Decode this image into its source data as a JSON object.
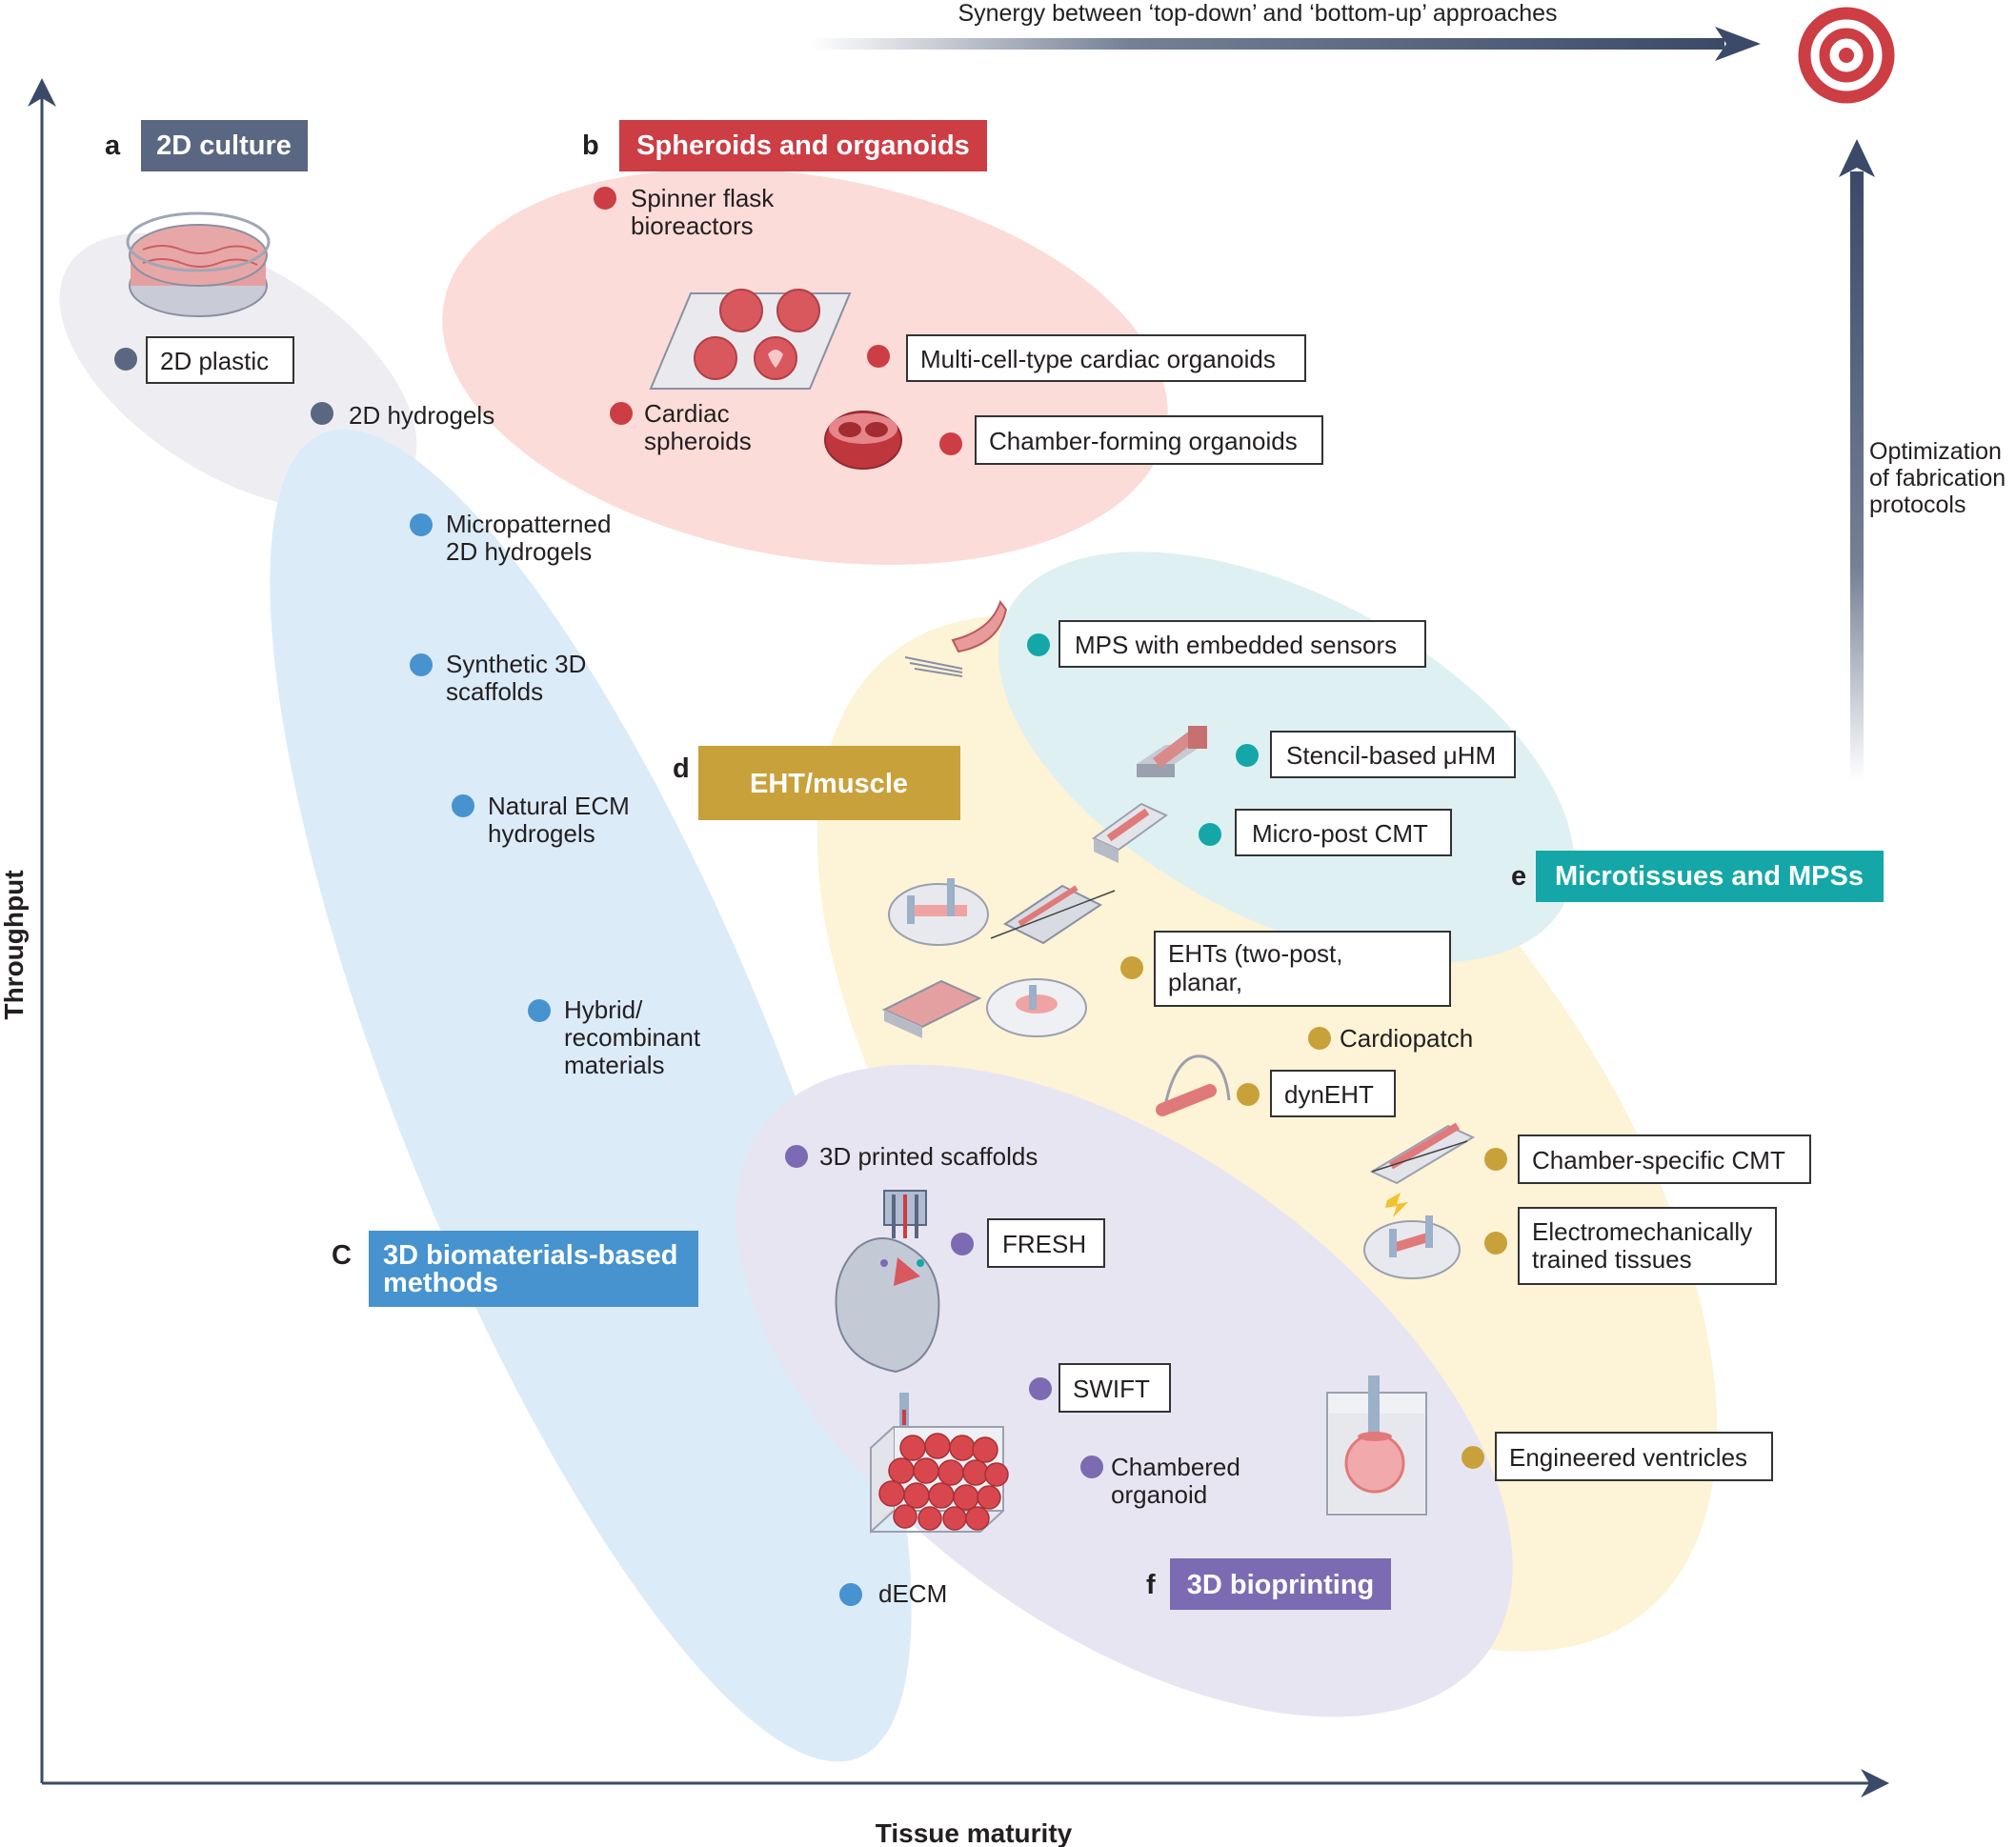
{
  "top_arrow_label": "Synergy between ‘top-down’ and ‘bottom-up’ approaches",
  "side_arrow_label": [
    "Optimization",
    "of fabrication",
    "protocols"
  ],
  "axis": {
    "x": "Tissue maturity",
    "y": "Throughput"
  },
  "colors": {
    "axis": "#3a4a68",
    "gray": "#5a6783",
    "red": "#cc3d44",
    "blue": "#4693cf",
    "gold": "#c9a13b",
    "teal": "#15a7a8",
    "purple": "#7c6bb3",
    "ellipse_gray": "#eeeef2",
    "ellipse_red": "#fcdcd8",
    "ellipse_blue": "#dcebf8",
    "ellipse_gold": "#fdf3d6",
    "ellipse_teal": "#dff0f2",
    "ellipse_purple": "#e8e5f2",
    "target": "#cc3d44"
  },
  "categories": {
    "a": {
      "letter": "a",
      "title": "2D culture"
    },
    "b": {
      "letter": "b",
      "title": "Spheroids and organoids"
    },
    "c": {
      "letter": "C",
      "title": [
        "3D biomaterials-based",
        "methods"
      ]
    },
    "d": {
      "letter": "d",
      "title": "EHT/muscle"
    },
    "e": {
      "letter": "e",
      "title": "Microtissues and MPSs"
    },
    "f": {
      "letter": "f",
      "title": "3D bioprinting"
    }
  },
  "items": {
    "plastic2d": "2D plastic",
    "hydrogels2d": "2D hydrogels",
    "spinner": [
      "Spinner flask",
      "bioreactors"
    ],
    "multicell": "Multi-cell-type cardiac organoids",
    "spheroids": [
      "Cardiac",
      "spheroids"
    ],
    "chamber_forming": "Chamber-forming organoids",
    "micropatterned": [
      "Micropatterned",
      "2D hydrogels"
    ],
    "synthetic3d": [
      "Synthetic 3D",
      "scaffolds"
    ],
    "naturalecm": [
      "Natural ECM",
      "hydrogels"
    ],
    "hybrid": [
      "Hybrid/",
      "recombinant",
      "materials"
    ],
    "decm": "dECM",
    "mps_sensors": "MPS with embedded sensors",
    "stencil": "Stencil-based μHM",
    "micropost": "Micro-post CMT",
    "ehts": [
      "EHTs (two-post,",
      "planar,"
    ],
    "cardiopatch": "Cardiopatch",
    "dynent": "dynEHT",
    "chamber_specific": "Chamber-specific CMT",
    "electromech": [
      "Electromechanically",
      "trained tissues"
    ],
    "engineered_ventricles": "Engineered ventricles",
    "printed_scaffolds": "3D printed scaffolds",
    "fresh": "FRESH",
    "swift": "SWIFT",
    "chambered_organoid": [
      "Chambered",
      "organoid"
    ]
  }
}
